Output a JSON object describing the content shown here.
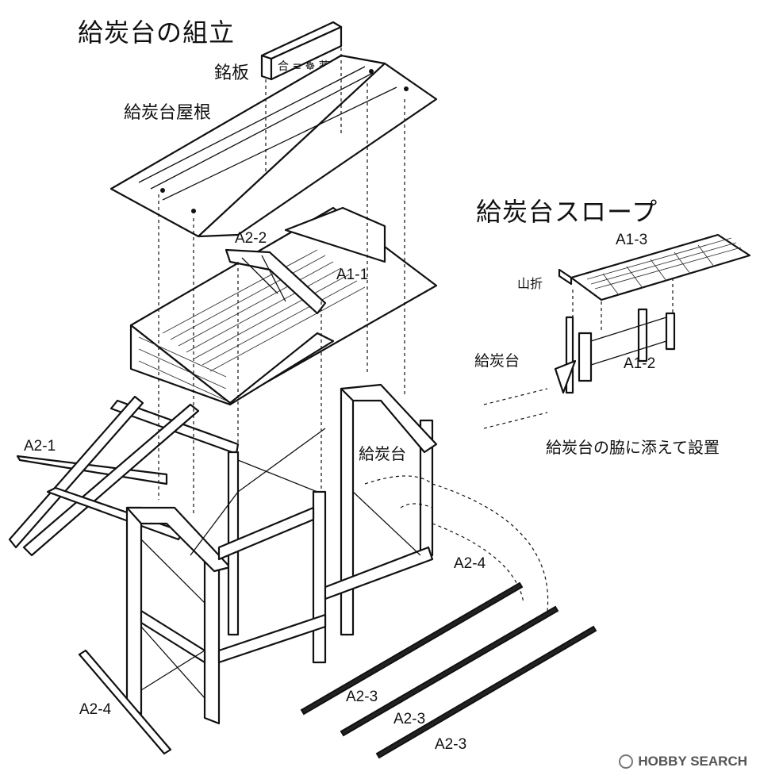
{
  "title": "給炭台の組立",
  "labels": {
    "nameplate": "銘板",
    "roof": "給炭台屋根",
    "slope_title": "給炭台スロープ",
    "a1_3": "A1-3",
    "mountain_fold": "山折",
    "kyutandai_small": "給炭台",
    "a1_2": "A1-2",
    "instruction": "給炭台の脇に添えて設置",
    "a2_2": "A2-2",
    "a1_1": "A1-1",
    "a2_1": "A2-1",
    "kyutandai_main": "給炭台",
    "a2_4_right": "A2-4",
    "a2_4_left": "A2-4",
    "a2_3_a": "A2-3",
    "a2_3_b": "A2-3",
    "a2_3_c": "A2-3"
  },
  "watermark": {
    "text": "HOBBY SEARCH",
    "icon": "hobby-search-logo-icon"
  }
}
